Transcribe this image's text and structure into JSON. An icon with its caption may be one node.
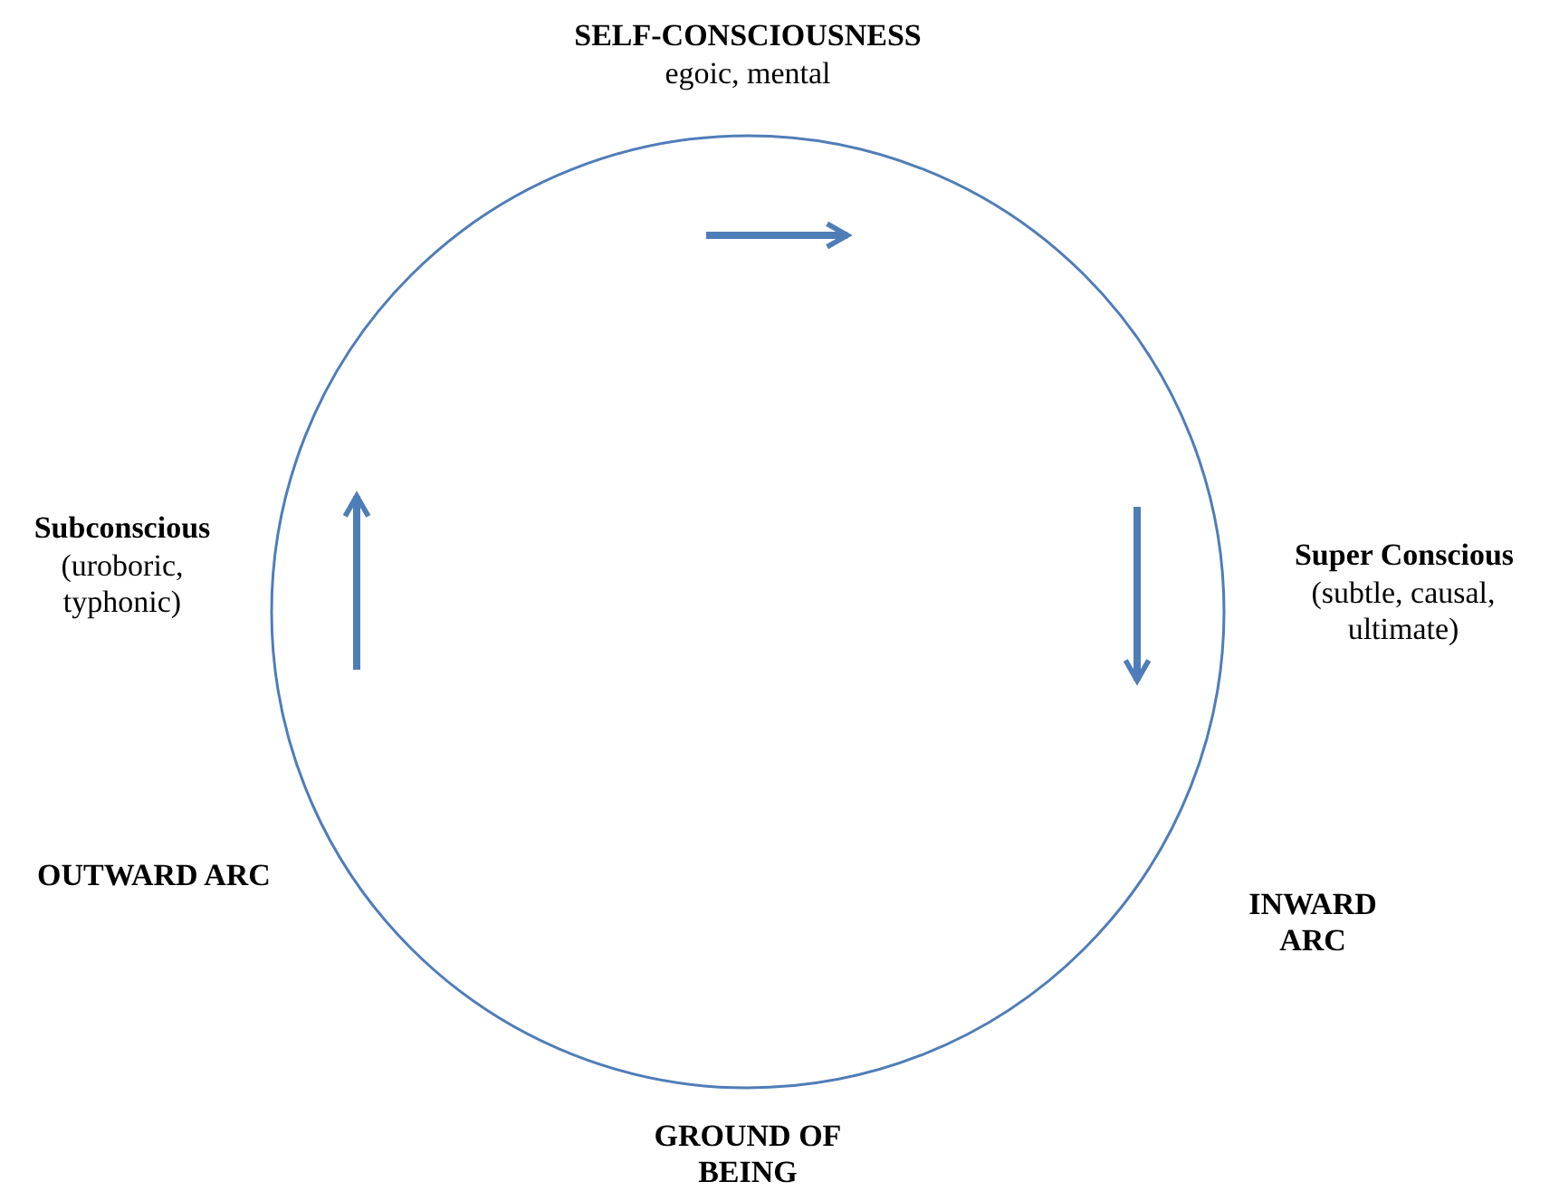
{
  "diagram": {
    "labels": [
      "SELF-CONSCIOUSNESS",
      "egoic, mental",
      "Subconscious",
      "(uroboric, typhonic)",
      "Super Conscious",
      "(subtle, causal, ultimate)",
      "OUTWARD ARC",
      "INWARD ARC",
      "GROUND OF BEING"
    ]
  }
}
